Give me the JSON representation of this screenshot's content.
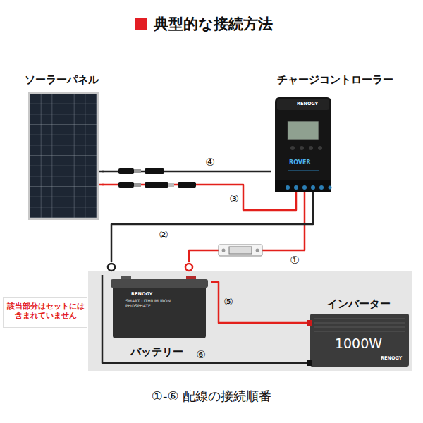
{
  "diagram": {
    "title": "典型的な接続方法",
    "caption": "①-⑥ 配線の接続順番",
    "nodes": [
      {
        "text": [
          "ソーラーパネル"
        ]
      },
      {
        "text": [
          "チャージコントローラー"
        ]
      },
      {
        "text": [
          "該当部分はセットには含まれていません"
        ]
      },
      {
        "text": [
          "バッテリー"
        ]
      },
      {
        "text": [
          "インバーター",
          "1000W"
        ]
      }
    ],
    "edges": [
      {
        "from": 1,
        "to": 3,
        "arrow": "none",
        "label": "①"
      },
      {
        "from": 1,
        "to": 3,
        "arrow": "none",
        "label": "②"
      },
      {
        "from": 0,
        "to": 1,
        "arrow": "none",
        "label": "③"
      },
      {
        "from": 0,
        "to": 1,
        "arrow": "none",
        "label": "④"
      },
      {
        "from": 3,
        "to": 4,
        "arrow": "none",
        "label": "⑤"
      },
      {
        "from": 3,
        "to": 4,
        "arrow": "none",
        "label": "⑥"
      }
    ],
    "labels": [
      "RENOGY",
      "ROVER",
      "RENOGY",
      "SMART LITHIUM IRON PHOSPHATE",
      "RENOGY"
    ]
  }
}
